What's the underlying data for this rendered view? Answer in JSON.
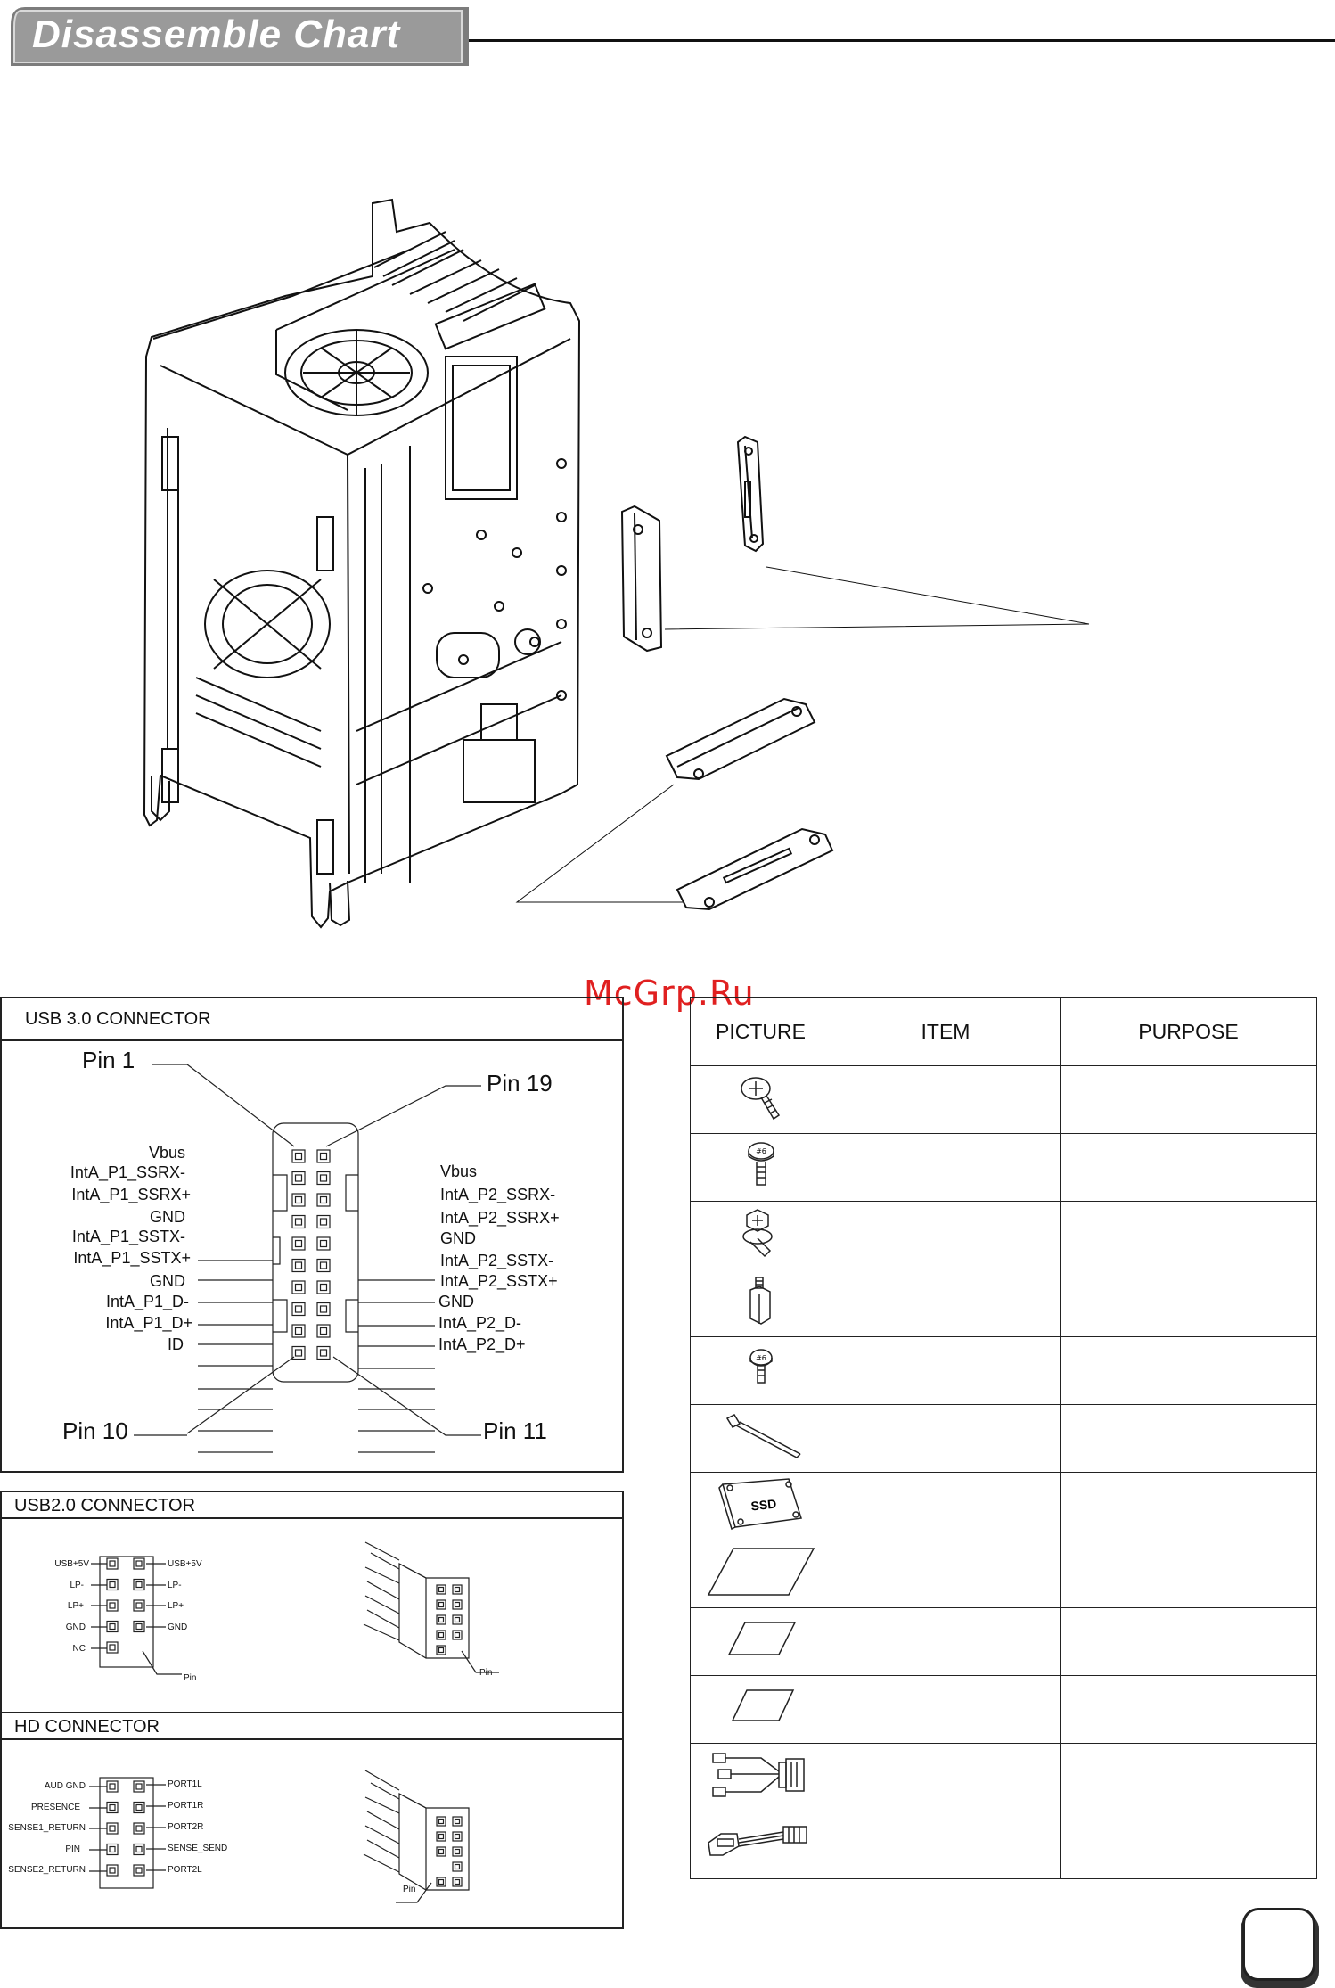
{
  "header": {
    "title": "Disassemble Chart"
  },
  "watermark": "McGrp.Ru",
  "usb3": {
    "title": "USB 3.0 CONNECTOR",
    "pin1": "Pin 1",
    "pin19": "Pin 19",
    "pin10": "Pin 10",
    "pin11": "Pin 11",
    "left_signals": [
      "Vbus",
      "IntA_P1_SSRX-",
      "IntA_P1_SSRX+",
      "GND",
      "IntA_P1_SSTX-",
      "IntA_P1_SSTX+",
      "GND",
      "IntA_P1_D-",
      "IntA_P1_D+",
      "ID"
    ],
    "right_signals": [
      "Vbus",
      "IntA_P2_SSRX-",
      "IntA_P2_SSRX+",
      "GND",
      "IntA_P2_SSTX-",
      "IntA_P2_SSTX+",
      "GND",
      "IntA_P2_D-",
      "IntA_P2_D+"
    ]
  },
  "usb2": {
    "title": "USB2.0 CONNECTOR",
    "left_signals": [
      "USB+5V",
      "LP-",
      "LP+",
      "GND",
      "NC"
    ],
    "right_signals": [
      "USB+5V",
      "LP-",
      "LP+",
      "GND"
    ],
    "pin_label": "Pin",
    "plug_pin_label": "Pin"
  },
  "hd": {
    "title": "HD CONNECTOR",
    "left_signals": [
      "AUD GND",
      "PRESENCE",
      "SENSE1_RETURN",
      "PIN",
      "SENSE2_RETURN"
    ],
    "right_signals": [
      "PORT1L",
      "PORT1R",
      "PORT2R",
      "SENSE_SEND",
      "PORT2L"
    ],
    "plug_pin_label": "Pin"
  },
  "parts_table": {
    "headers": [
      "PICTURE",
      "ITEM",
      "PURPOSE"
    ],
    "rows": [
      {
        "icon": "pan-head-screw-icon"
      },
      {
        "icon": "thumb-screw-icon"
      },
      {
        "icon": "hex-washer-screw-icon"
      },
      {
        "icon": "standoff-icon"
      },
      {
        "icon": "small-screw-icon"
      },
      {
        "icon": "cable-tie-icon"
      },
      {
        "icon": "ssd-bracket-icon",
        "label": "SSD"
      },
      {
        "icon": "large-pad-icon"
      },
      {
        "icon": "medium-pad-icon"
      },
      {
        "icon": "small-pad-icon"
      },
      {
        "icon": "sata-power-splitter-icon"
      },
      {
        "icon": "molex-adapter-cable-icon"
      }
    ]
  }
}
